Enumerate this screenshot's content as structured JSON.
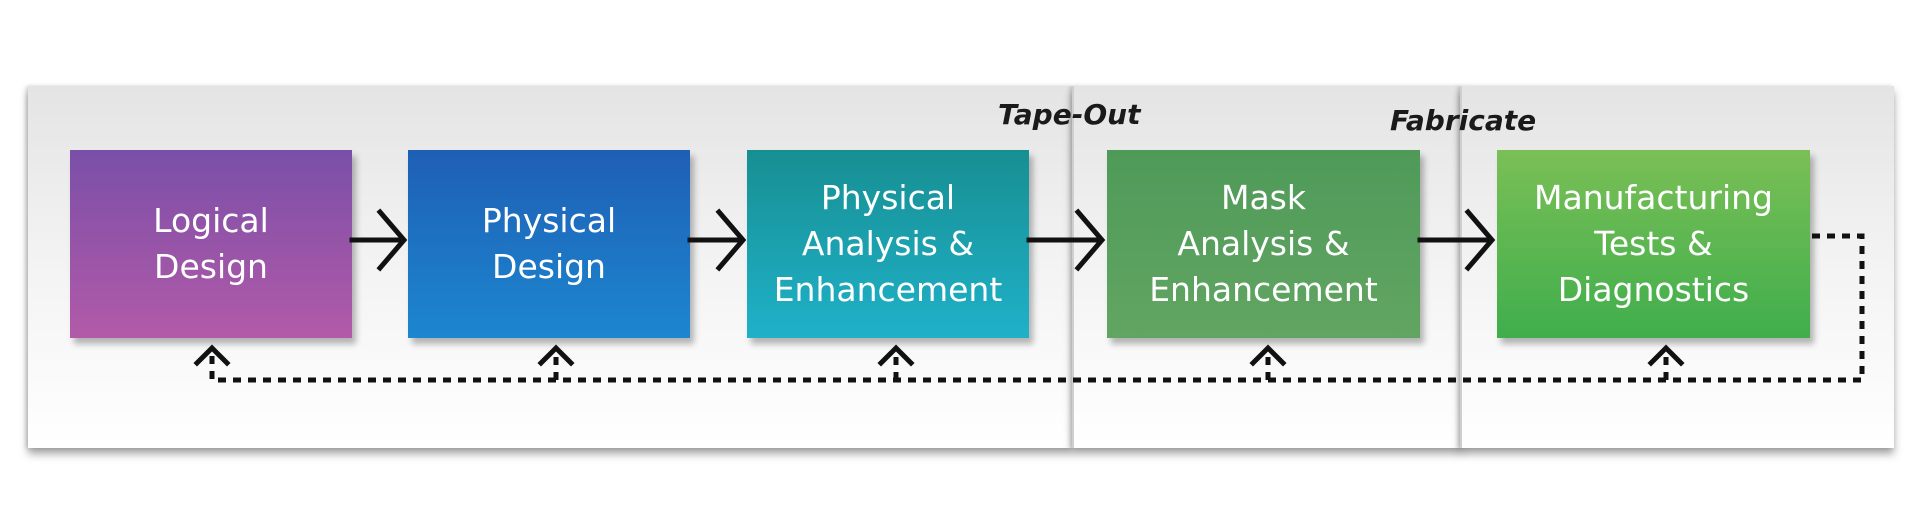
{
  "stage_labels": {
    "tape_out": "Tape-Out",
    "fabricate": "Fabricate"
  },
  "steps": [
    {
      "label": "Logical\nDesign",
      "color": "#9a55a8"
    },
    {
      "label": "Physical\nDesign",
      "color": "#1f6fc0"
    },
    {
      "label": "Physical\nAnalysis &\nEnhancement",
      "color": "#1aa0aa"
    },
    {
      "label": "Mask\nAnalysis &\nEnhancement",
      "color": "#589f5d"
    },
    {
      "label": "Manufacturing\nTests &\nDiagnostics",
      "color": "#5cb651"
    }
  ]
}
